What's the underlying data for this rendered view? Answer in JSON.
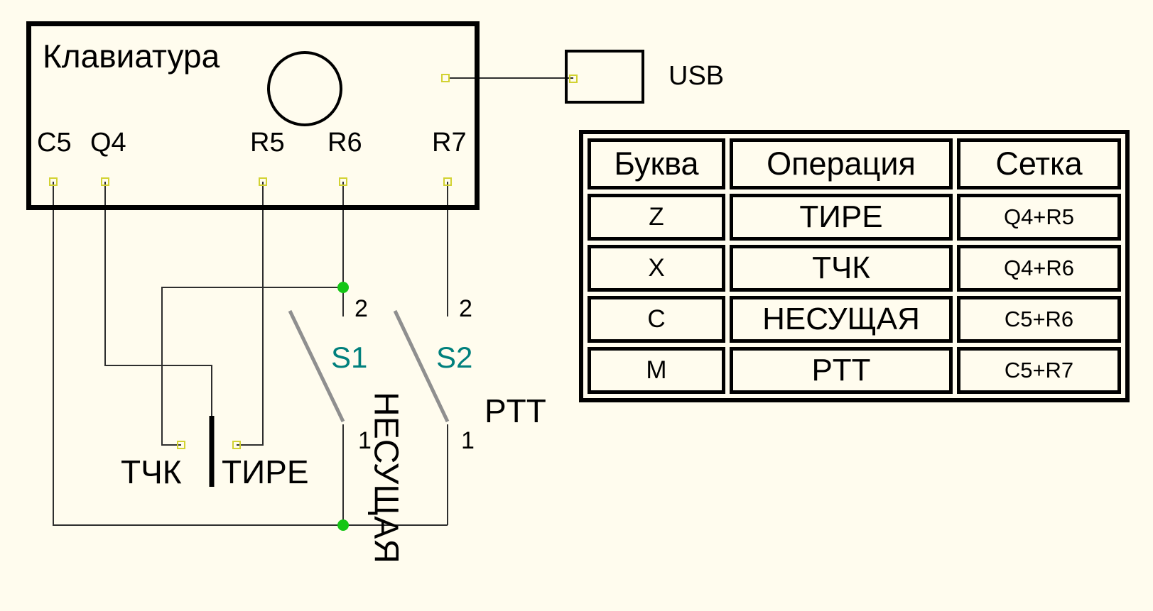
{
  "colors": {
    "background": "#FFFCEE",
    "outline": "#000000",
    "wire": "#2e2e2e",
    "pin_square": "#d2d232",
    "junction_dot": "#15c615",
    "switch_arm": "#8f8f8f",
    "switch_label": "#00807d"
  },
  "keyboard": {
    "title": "Клавиатура",
    "pins": [
      "C5",
      "Q4",
      "R5",
      "R6",
      "R7"
    ]
  },
  "usb": {
    "label": "USB"
  },
  "switches": {
    "s1": "S1",
    "s2": "S2",
    "terminal_top": "2",
    "terminal_bottom": "1"
  },
  "labels": {
    "dot": "ТЧК",
    "dash": "ТИРЕ",
    "carrier": "НЕСУЩАЯ",
    "ptt": "PTT"
  },
  "table": {
    "headers": [
      "Буква",
      "Операция",
      "Сетка"
    ],
    "rows": [
      {
        "letter": "Z",
        "operation": "ТИРЕ",
        "net": "Q4+R5"
      },
      {
        "letter": "X",
        "operation": "ТЧК",
        "net": "Q4+R6"
      },
      {
        "letter": "C",
        "operation": "НЕСУЩАЯ",
        "net": "C5+R6"
      },
      {
        "letter": "M",
        "operation": "PTT",
        "net": "C5+R7"
      }
    ]
  }
}
